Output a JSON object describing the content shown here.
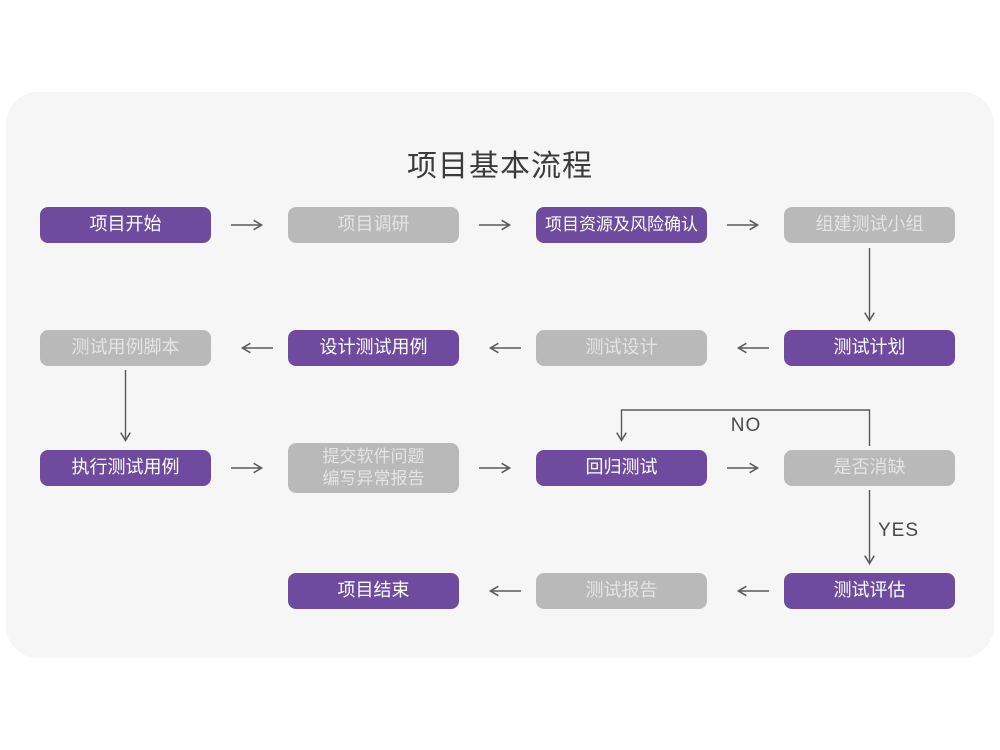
{
  "title": "项目基本流程",
  "colors": {
    "accent_purple": "#6e4b9e",
    "node_gray": "#b9b9b9",
    "card_background": "#f6f6f7",
    "arrow": "#5a5a5a",
    "title_text": "#3b3b3b"
  },
  "nodes": [
    {
      "id": "project-start",
      "label": "项目开始",
      "style": "purple"
    },
    {
      "id": "project-research",
      "label": "项目调研",
      "style": "gray"
    },
    {
      "id": "resources-risk",
      "label": "项目资源及风险确认",
      "style": "purple"
    },
    {
      "id": "build-test-team",
      "label": "组建测试小组",
      "style": "gray"
    },
    {
      "id": "test-plan",
      "label": "测试计划",
      "style": "purple"
    },
    {
      "id": "test-design",
      "label": "测试设计",
      "style": "gray"
    },
    {
      "id": "design-test-cases",
      "label": "设计测试用例",
      "style": "purple"
    },
    {
      "id": "test-case-script",
      "label": "测试用例脚本",
      "style": "gray"
    },
    {
      "id": "run-test-cases",
      "label": "执行测试用例",
      "style": "purple"
    },
    {
      "id": "submit-issue-report",
      "line1": "提交软件问题",
      "line2": "编写异常报告",
      "style": "gray"
    },
    {
      "id": "regression-test",
      "label": "回归测试",
      "style": "purple"
    },
    {
      "id": "defect-cleared",
      "label": "是否消缺",
      "style": "gray"
    },
    {
      "id": "test-evaluation",
      "label": "测试评估",
      "style": "purple"
    },
    {
      "id": "test-report",
      "label": "测试报告",
      "style": "gray"
    },
    {
      "id": "project-end",
      "label": "项目结束",
      "style": "purple"
    }
  ],
  "edge_labels": {
    "no": "NO",
    "yes": "YES"
  },
  "edges": [
    {
      "from": "project-start",
      "to": "project-research"
    },
    {
      "from": "project-research",
      "to": "resources-risk"
    },
    {
      "from": "resources-risk",
      "to": "build-test-team"
    },
    {
      "from": "build-test-team",
      "to": "test-plan"
    },
    {
      "from": "test-plan",
      "to": "test-design"
    },
    {
      "from": "test-design",
      "to": "design-test-cases"
    },
    {
      "from": "design-test-cases",
      "to": "test-case-script"
    },
    {
      "from": "test-case-script",
      "to": "run-test-cases"
    },
    {
      "from": "run-test-cases",
      "to": "submit-issue-report"
    },
    {
      "from": "submit-issue-report",
      "to": "regression-test"
    },
    {
      "from": "regression-test",
      "to": "defect-cleared"
    },
    {
      "from": "defect-cleared",
      "to": "regression-test",
      "label": "NO"
    },
    {
      "from": "defect-cleared",
      "to": "test-evaluation",
      "label": "YES"
    },
    {
      "from": "test-evaluation",
      "to": "test-report"
    },
    {
      "from": "test-report",
      "to": "project-end"
    }
  ]
}
